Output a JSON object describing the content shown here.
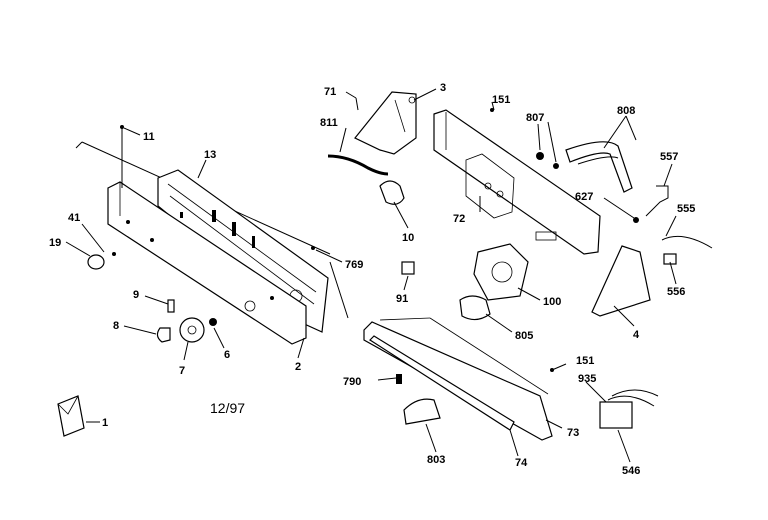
{
  "diagram": {
    "date_code": "12/97",
    "labels": {
      "p1": "1",
      "p2": "2",
      "p3": "3",
      "p4": "4",
      "p6": "6",
      "p7": "7",
      "p8": "8",
      "p9": "9",
      "p10": "10",
      "p11": "11",
      "p13": "13",
      "p19": "19",
      "p41": "41",
      "p71": "71",
      "p72": "72",
      "p73": "73",
      "p74": "74",
      "p91": "91",
      "p100": "100",
      "p151a": "151",
      "p151b": "151",
      "p546": "546",
      "p555": "555",
      "p556": "556",
      "p557": "557",
      "p627": "627",
      "p769": "769",
      "p790": "790",
      "p803": "803",
      "p805": "805",
      "p807": "807",
      "p808": "808",
      "p811": "811",
      "p935": "935"
    }
  }
}
